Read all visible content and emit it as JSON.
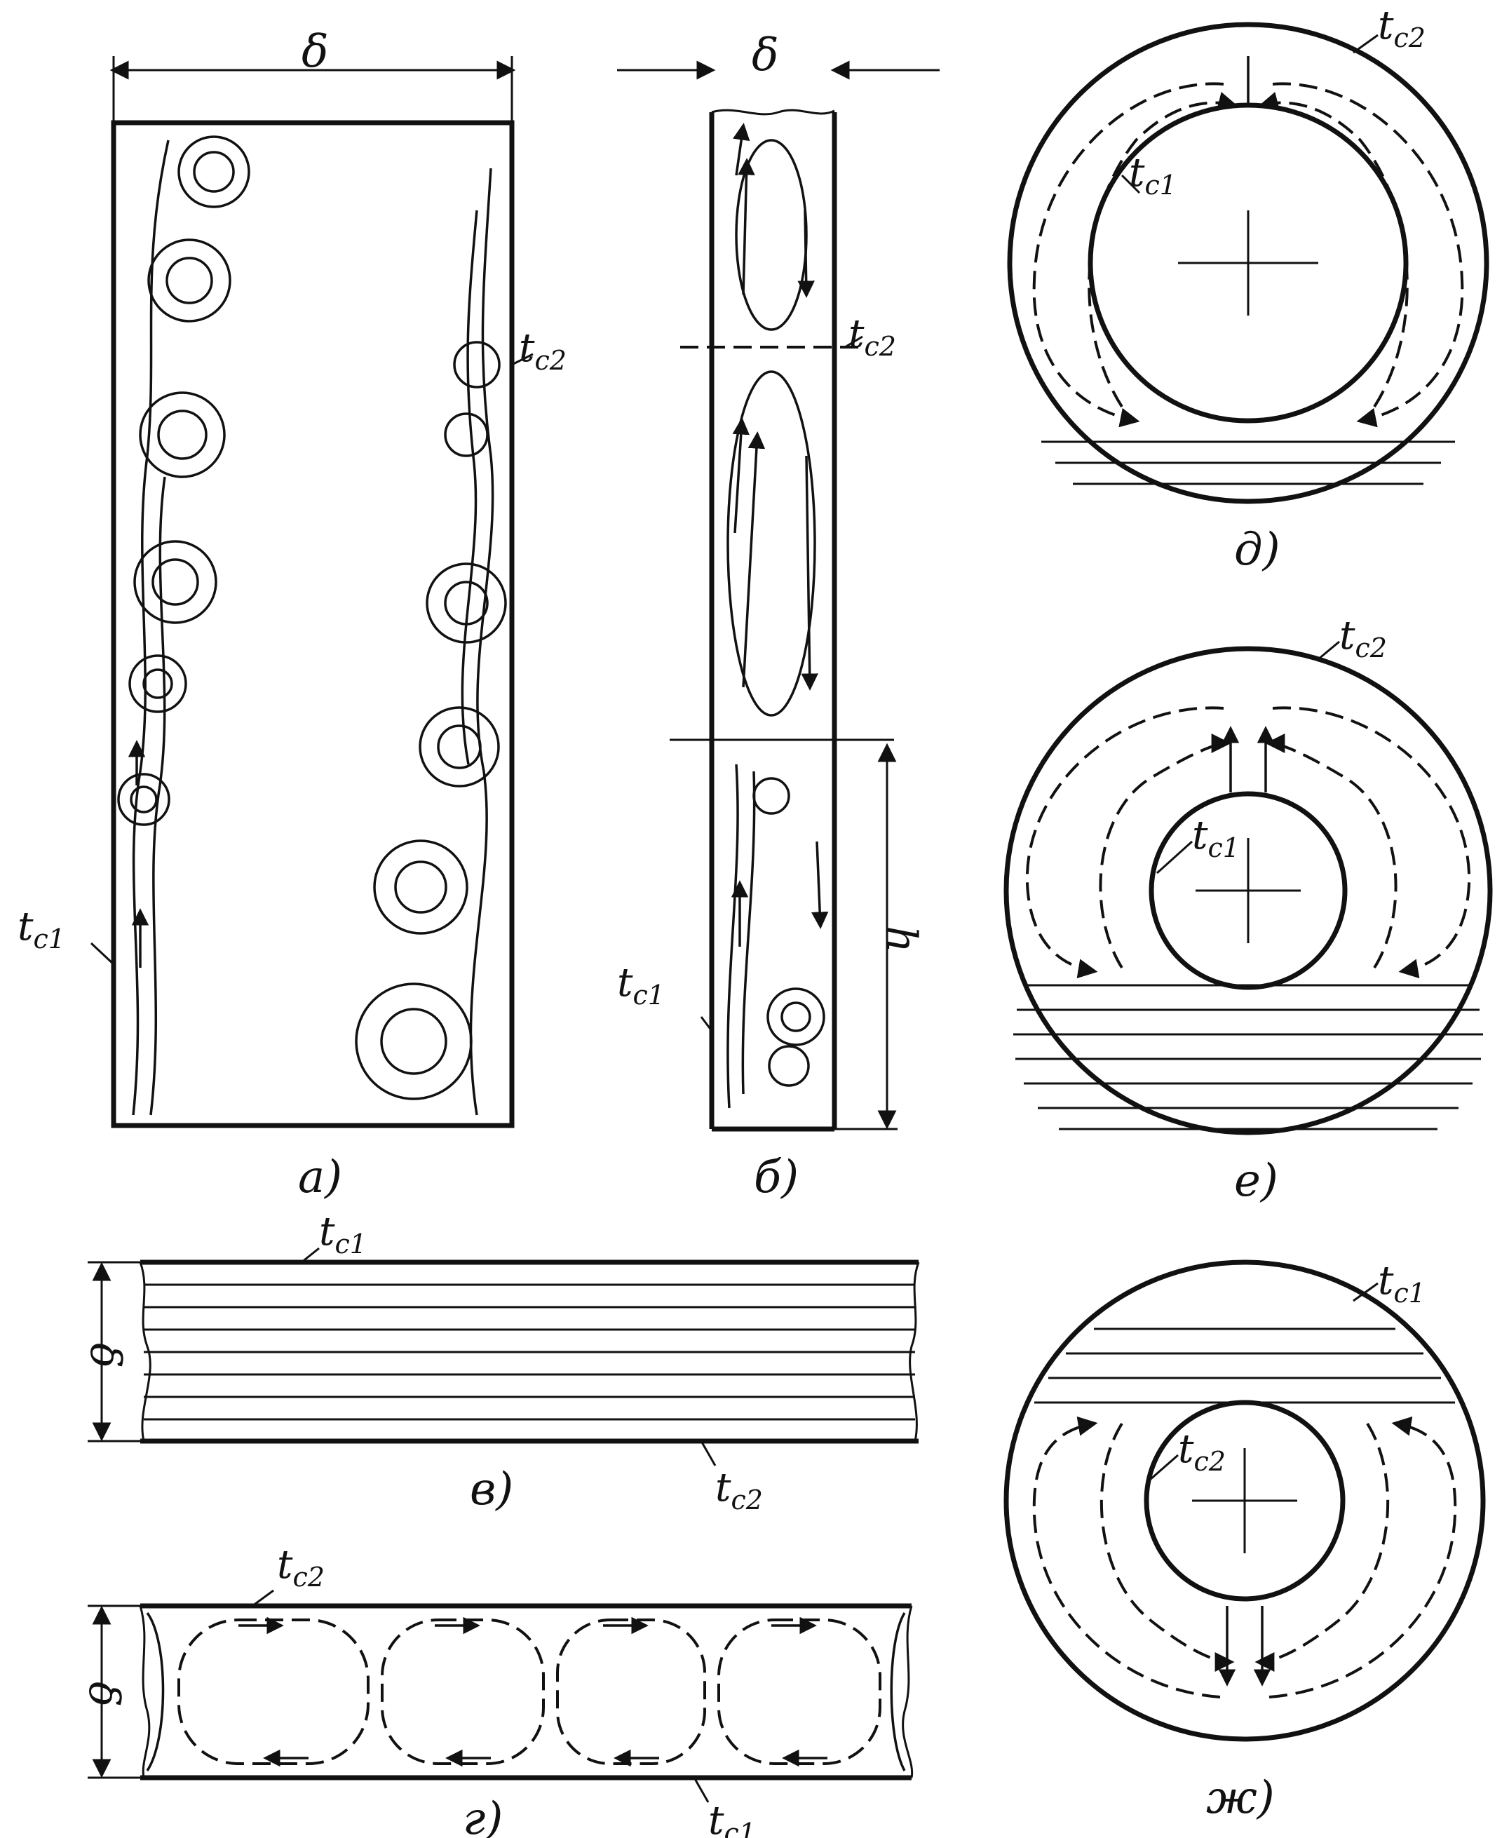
{
  "labels": {
    "delta": "δ",
    "h": "h",
    "t": "t",
    "sub_c1": "c1",
    "sub_c2": "c2"
  },
  "captions": {
    "a": "а)",
    "b": "б)",
    "v": "в)",
    "g": "г)",
    "d": "д)",
    "e": "е)",
    "zh": "ж)"
  },
  "colors": {
    "ink": "#111111",
    "paper": "#ffffff"
  }
}
